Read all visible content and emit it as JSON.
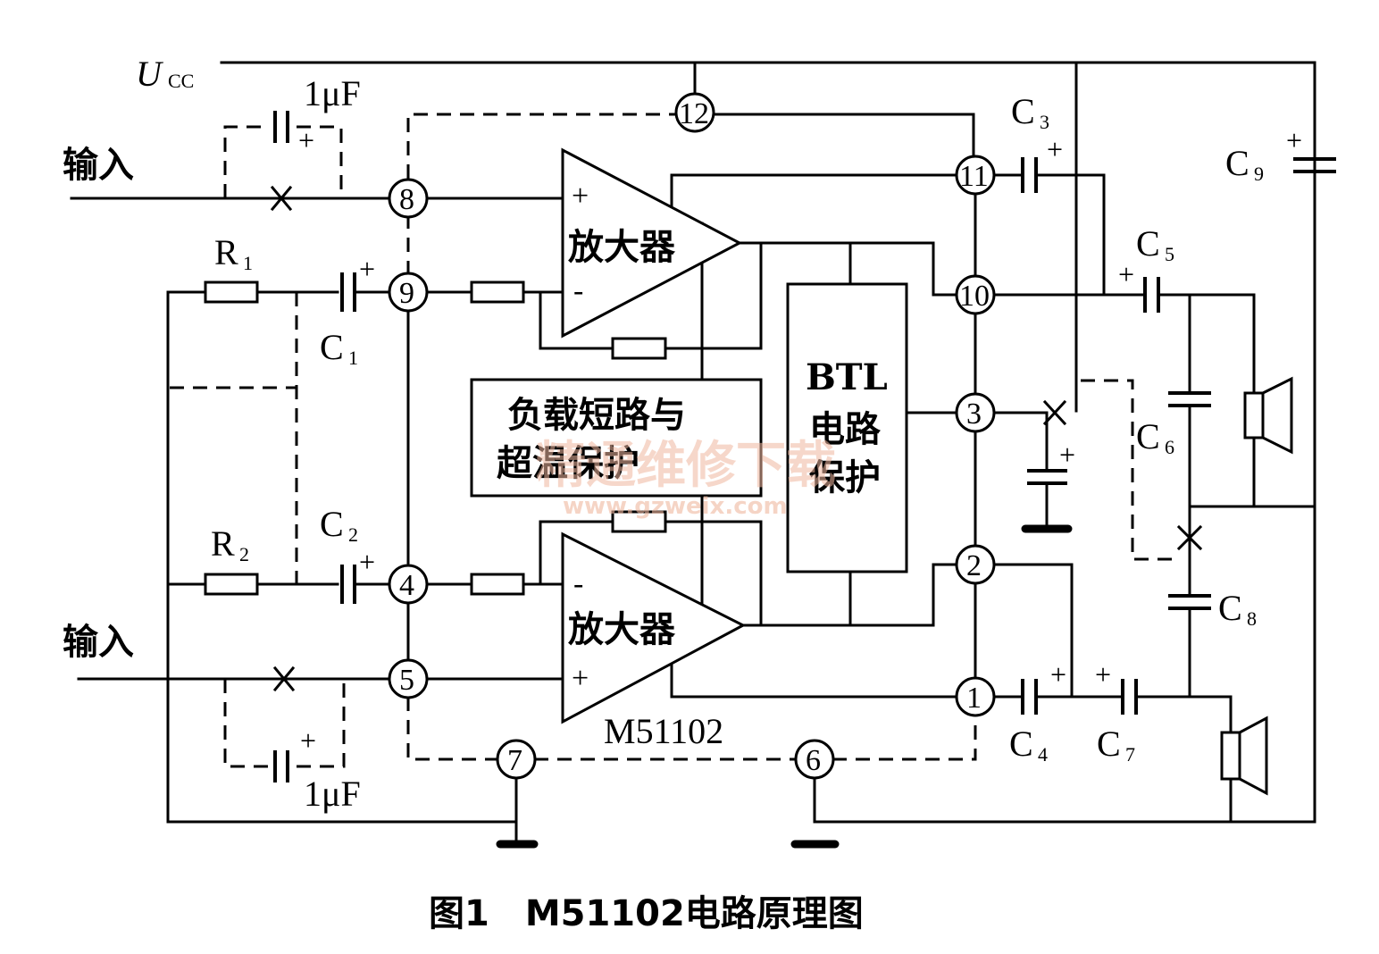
{
  "supply_label": "U",
  "supply_sub": "CC",
  "input_top": "输入",
  "input_bottom": "输入",
  "cap_top_value": "1μF",
  "cap_bottom_value": "1μF",
  "chip_name": "M51102",
  "amp_top": "放大器",
  "amp_bottom": "放大器",
  "protect_line1": "负载短路与",
  "protect_line2": "超温保护",
  "btl_line1": "BTL",
  "btl_line2": "电路",
  "btl_line3": "保护",
  "pins": [
    "1",
    "2",
    "3",
    "4",
    "5",
    "6",
    "7",
    "8",
    "9",
    "10",
    "11",
    "12"
  ],
  "components": {
    "R1": {
      "base": "R",
      "sub": "1"
    },
    "R2": {
      "base": "R",
      "sub": "2"
    },
    "C1": {
      "base": "C",
      "sub": "1"
    },
    "C2": {
      "base": "C",
      "sub": "2"
    },
    "C3": {
      "base": "C",
      "sub": "3"
    },
    "C4": {
      "base": "C",
      "sub": "4"
    },
    "C5": {
      "base": "C",
      "sub": "5"
    },
    "C6": {
      "base": "C",
      "sub": "6"
    },
    "C7": {
      "base": "C",
      "sub": "7"
    },
    "C8": {
      "base": "C",
      "sub": "8"
    },
    "C9": {
      "base": "C",
      "sub": "9"
    }
  },
  "plus_sign": "+",
  "minus_sign": "-",
  "caption": "图1　M51102电路原理图",
  "watermark": "精通维修下载",
  "watermark_url": "www.gzweix.com"
}
